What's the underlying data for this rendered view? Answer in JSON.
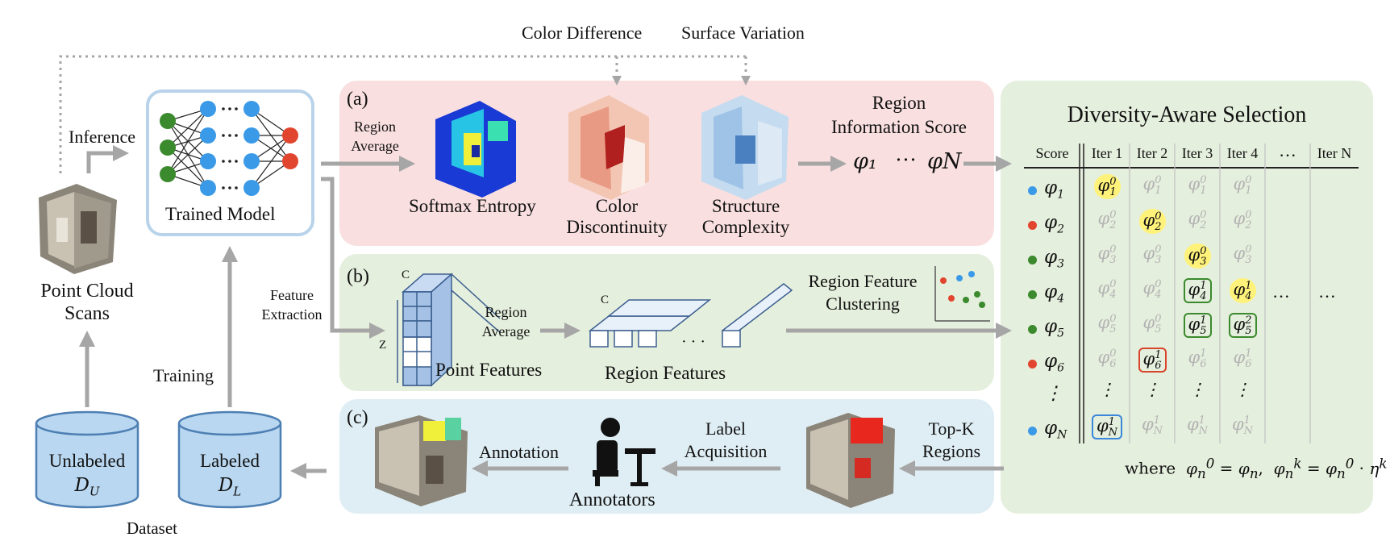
{
  "top_labels": {
    "color_difference": "Color Difference",
    "surface_variation": "Surface Variation"
  },
  "left": {
    "inference": "Inference",
    "trained_model": "Trained Model",
    "point_cloud_scans_1": "Point Cloud",
    "point_cloud_scans_2": "Scans",
    "feature_extraction_1": "Feature",
    "feature_extraction_2": "Extraction",
    "training": "Training",
    "unlabeled_1": "Unlabeled",
    "unlabeled_2": "D",
    "unlabeled_sub": "U",
    "labeled_1": "Labeled",
    "labeled_2": "D",
    "labeled_sub": "L",
    "dataset": "Dataset"
  },
  "panel_a": {
    "tag": "(a)",
    "region_average_1": "Region",
    "region_average_2": "Average",
    "softmax_entropy": "Softmax Entropy",
    "color_disc_1": "Color",
    "color_disc_2": "Discontinuity",
    "structure_1": "Structure",
    "structure_2": "Complexity",
    "region_info_1": "Region",
    "region_info_2": "Information Score",
    "phi_1": "φ₁",
    "ellipsis": "···",
    "phi_n": "φN"
  },
  "panel_b": {
    "tag": "(b)",
    "c_label": "C",
    "z_label": "Z",
    "region_average_1": "Region",
    "region_average_2": "Average",
    "point_features": "Point Features",
    "c_label_2": "C",
    "dots": "· · ·",
    "region_features": "Region Features",
    "clustering_1": "Region Feature",
    "clustering_2": "Clustering"
  },
  "panel_c": {
    "tag": "(c)",
    "annotation": "Annotation",
    "annotators": "Annotators",
    "label_acq_1": "Label",
    "label_acq_2": "Acquisition",
    "topk_1": "Top-K",
    "topk_2": "Regions"
  },
  "selection": {
    "title": "Diversity-Aware Selection",
    "headers": [
      "Score",
      "Iter 1",
      "Iter 2",
      "Iter 3",
      "Iter 4",
      "···",
      "Iter N"
    ],
    "rows": [
      {
        "label": "φ",
        "sub": "1",
        "dot": "#3a9ae8",
        "cells": [
          [
            "φ",
            "0",
            "1",
            "hl"
          ],
          [
            "φ",
            "0",
            "1",
            "g"
          ],
          [
            "φ",
            "0",
            "1",
            "g"
          ],
          [
            "φ",
            "0",
            "1",
            "g"
          ]
        ]
      },
      {
        "label": "φ",
        "sub": "2",
        "dot": "#e2452e",
        "cells": [
          [
            "φ",
            "0",
            "2",
            "g"
          ],
          [
            "φ",
            "0",
            "2",
            "hl"
          ],
          [
            "φ",
            "0",
            "2",
            "g"
          ],
          [
            "φ",
            "0",
            "2",
            "g"
          ]
        ]
      },
      {
        "label": "φ",
        "sub": "3",
        "dot": "#3b8a2e",
        "cells": [
          [
            "φ",
            "0",
            "3",
            "g"
          ],
          [
            "φ",
            "0",
            "3",
            "g"
          ],
          [
            "φ",
            "0",
            "3",
            "hl"
          ],
          [
            "φ",
            "0",
            "3",
            "g"
          ]
        ]
      },
      {
        "label": "φ",
        "sub": "4",
        "dot": "#3b8a2e",
        "cells": [
          [
            "φ",
            "0",
            "4",
            "g"
          ],
          [
            "φ",
            "0",
            "4",
            "g"
          ],
          [
            "φ",
            "1",
            "4",
            "bg"
          ],
          [
            "φ",
            "1",
            "4",
            "hl"
          ]
        ]
      },
      {
        "label": "φ",
        "sub": "5",
        "dot": "#3b8a2e",
        "cells": [
          [
            "φ",
            "0",
            "5",
            "g"
          ],
          [
            "φ",
            "0",
            "5",
            "g"
          ],
          [
            "φ",
            "1",
            "5",
            "bg"
          ],
          [
            "φ",
            "2",
            "5",
            "bg"
          ]
        ]
      },
      {
        "label": "φ",
        "sub": "6",
        "dot": "#e2452e",
        "cells": [
          [
            "φ",
            "0",
            "6",
            "g"
          ],
          [
            "φ",
            "1",
            "6",
            "br"
          ],
          [
            "φ",
            "1",
            "6",
            "g"
          ],
          [
            "φ",
            "1",
            "6",
            "g"
          ]
        ]
      },
      {
        "label": "⋮",
        "sub": "",
        "dot": "",
        "cells": [
          [
            "⋮",
            "",
            "",
            "k"
          ],
          [
            "⋮",
            "",
            "",
            "k"
          ],
          [
            "⋮",
            "",
            "",
            "k"
          ],
          [
            "⋮",
            "",
            "",
            "k"
          ]
        ]
      },
      {
        "label": "φ",
        "sub": "N",
        "dot": "#3a9ae8",
        "cells": [
          [
            "φ",
            "1",
            "N",
            "bb"
          ],
          [
            "φ",
            "1",
            "N",
            "g"
          ],
          [
            "φ",
            "1",
            "N",
            "g"
          ],
          [
            "φ",
            "1",
            "N",
            "g"
          ]
        ]
      }
    ],
    "row4_dots": "···",
    "row4_dots_2": "···",
    "footnote": "where  φn0 = φn,  φnk = φn0 · ηk"
  },
  "colors": {
    "panel_a_bg": "#f9dfdf",
    "panel_b_bg": "#e5efdd",
    "panel_c_bg": "#dfeef4",
    "selection_bg": "#e5efdd",
    "arrow": "#a6a6a6",
    "cylinder_fill": "#b9d7f0",
    "cylinder_stroke": "#4d7fb3",
    "model_box": "#b8d3ea",
    "highlight": "#fff27a"
  }
}
